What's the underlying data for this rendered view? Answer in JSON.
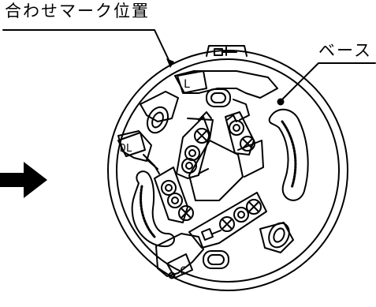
{
  "labels": {
    "alignment_mark": "合わせマーク位置",
    "base": "ベース"
  },
  "terminal_marks": {
    "top": "L",
    "left": "DL",
    "bottom": "C"
  },
  "colors": {
    "line": "#000000",
    "background": "#ffffff"
  }
}
